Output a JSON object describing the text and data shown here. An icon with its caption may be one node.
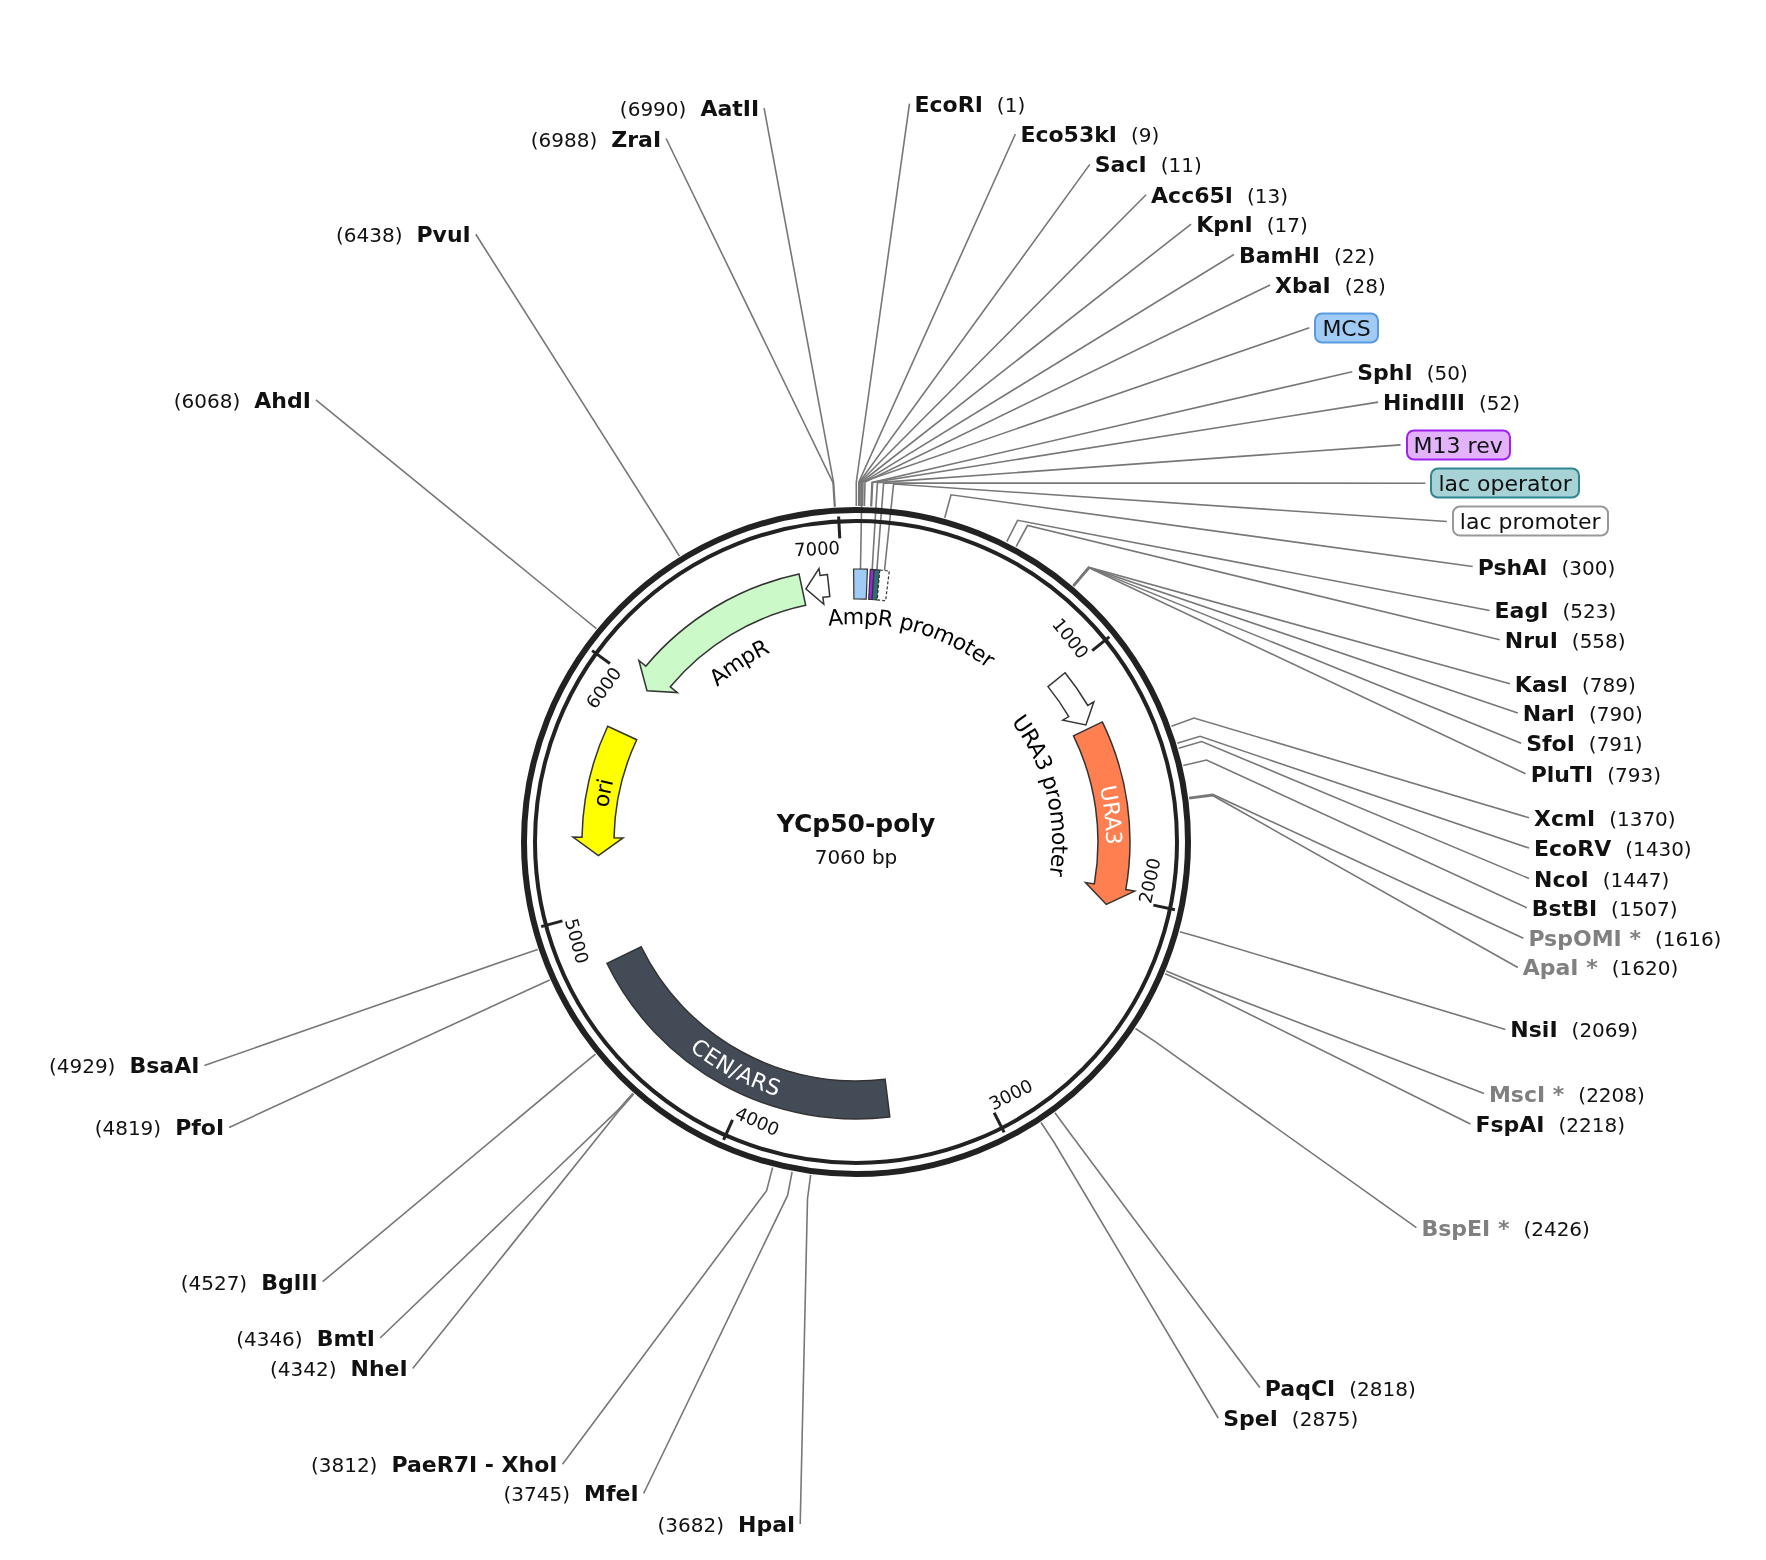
{
  "diagram": {
    "title": "YCp50-poly",
    "nodes": [
      {
        "text": [
          "(6990)",
          "AatII"
        ]
      },
      {
        "text": [
          "(6988)",
          "ZraI"
        ]
      },
      {
        "text": [
          "EcoRI",
          "(1)"
        ]
      },
      {
        "text": [
          "Eco53kI",
          "(9)"
        ]
      },
      {
        "text": [
          "SacI",
          "(11)"
        ]
      },
      {
        "text": [
          "Acc65I",
          "(13)"
        ]
      },
      {
        "text": [
          "KpnI",
          "(17)"
        ]
      },
      {
        "text": [
          "BamHI",
          "(22)"
        ]
      },
      {
        "text": [
          "XbaI",
          "(28)"
        ]
      },
      {
        "text": [
          "(6438)",
          "PvuI"
        ]
      },
      {
        "text": [
          "MCS"
        ]
      },
      {
        "text": [
          "SphI",
          "(50)"
        ]
      },
      {
        "text": [
          "HindIII",
          "(52)"
        ]
      },
      {
        "text": [
          "(6068)",
          "AhdI"
        ]
      },
      {
        "text": [
          "M13 rev"
        ]
      },
      {
        "text": [
          "lac operator"
        ]
      },
      {
        "text": [
          "lac promoter"
        ]
      },
      {
        "text": [
          "PshAI",
          "(300)"
        ]
      },
      {
        "text": [
          "EagI",
          "(523)"
        ]
      },
      {
        "text": [
          "NruI",
          "(558)"
        ]
      },
      {
        "text": [
          "AmpR promoter"
        ]
      },
      {
        "text": [
          "AmpR"
        ]
      },
      {
        "text": [
          "KasI",
          "(789)"
        ]
      },
      {
        "text": [
          "NarI",
          "(790)"
        ]
      },
      {
        "text": [
          "SfoI",
          "(791)"
        ]
      },
      {
        "text": [
          "PluTI",
          "(793)"
        ]
      },
      {
        "text": [
          "URA3 promoter"
        ]
      },
      {
        "text": [
          "ori"
        ]
      },
      {
        "text": [
          "URA3"
        ]
      },
      {
        "text": [
          "XcmI",
          "(1370)"
        ]
      },
      {
        "text": [
          "EcoRV",
          "(1430)"
        ]
      },
      {
        "text": [
          "NcoI",
          "(1447)"
        ]
      },
      {
        "text": [
          "BstBI",
          "(1507)"
        ]
      },
      {
        "text": [
          "PspOMI *",
          "(1616)"
        ]
      },
      {
        "text": [
          "ApaI *",
          "(1620)"
        ]
      },
      {
        "text": [
          "NsiI",
          "(2069)"
        ]
      },
      {
        "text": [
          "(4929)",
          "BsaAI"
        ]
      },
      {
        "text": [
          "MscI *",
          "(2208)"
        ]
      },
      {
        "text": [
          "CEN/ARS"
        ]
      },
      {
        "text": [
          "FspAI",
          "(2218)"
        ]
      },
      {
        "text": [
          "(4819)",
          "PfoI"
        ]
      },
      {
        "text": [
          "BspEI *",
          "(2426)"
        ]
      },
      {
        "text": [
          "(4527)",
          "BglII"
        ]
      },
      {
        "text": [
          "(4346)",
          "BmtI"
        ]
      },
      {
        "text": [
          "(4342)",
          "NheI"
        ]
      },
      {
        "text": [
          "PaqCI",
          "(2818)"
        ]
      },
      {
        "text": [
          "SpeI",
          "(2875)"
        ]
      },
      {
        "text": [
          "(3812)",
          "PaeR7I - XhoI"
        ]
      },
      {
        "text": [
          "(3745)",
          "MfeI"
        ]
      },
      {
        "text": [
          "(3682)",
          "HpaI"
        ]
      },
      {
        "text": [],
        "shape": "bar"
      },
      {
        "text": [],
        "shape": "bar"
      },
      {
        "text": [],
        "shape": "bar"
      },
      {
        "text": [],
        "shape": "bar"
      }
    ],
    "edges": [
      {
        "from": 0,
        "to": null,
        "arrow": "none"
      },
      {
        "from": 1,
        "to": null,
        "arrow": "none"
      },
      {
        "from": 2,
        "to": null,
        "arrow": "none"
      },
      {
        "from": 3,
        "to": null,
        "arrow": "none"
      },
      {
        "from": 4,
        "to": null,
        "arrow": "none"
      },
      {
        "from": 5,
        "to": null,
        "arrow": "none"
      },
      {
        "from": 6,
        "to": null,
        "arrow": "none"
      },
      {
        "from": 7,
        "to": null,
        "arrow": "none"
      },
      {
        "from": 8,
        "to": null,
        "arrow": "none"
      },
      {
        "from": 9,
        "to": null,
        "arrow": "none"
      },
      {
        "from": 10,
        "to": 50,
        "arrow": "none"
      },
      {
        "from": 11,
        "to": null,
        "arrow": "none"
      },
      {
        "from": 12,
        "to": null,
        "arrow": "none"
      },
      {
        "from": 13,
        "to": null,
        "arrow": "none"
      },
      {
        "from": 14,
        "to": 51,
        "arrow": "none"
      },
      {
        "from": 15,
        "to": 52,
        "arrow": "none"
      },
      {
        "from": 16,
        "to": 53,
        "arrow": "none"
      },
      {
        "from": 17,
        "to": null,
        "arrow": "none"
      },
      {
        "from": 18,
        "to": null,
        "arrow": "none"
      },
      {
        "from": 19,
        "to": null,
        "arrow": "none"
      },
      {
        "from": 22,
        "to": null,
        "arrow": "none"
      },
      {
        "from": 23,
        "to": null,
        "arrow": "none"
      },
      {
        "from": 24,
        "to": null,
        "arrow": "none"
      },
      {
        "from": 25,
        "to": null,
        "arrow": "none"
      },
      {
        "from": 29,
        "to": null,
        "arrow": "none"
      },
      {
        "from": 30,
        "to": null,
        "arrow": "none"
      },
      {
        "from": 31,
        "to": null,
        "arrow": "none"
      },
      {
        "from": 32,
        "to": null,
        "arrow": "none"
      },
      {
        "from": 33,
        "to": null,
        "arrow": "none"
      },
      {
        "from": 34,
        "to": null,
        "arrow": "none"
      },
      {
        "from": 35,
        "to": null,
        "arrow": "none"
      },
      {
        "from": 36,
        "to": null,
        "arrow": "none"
      },
      {
        "from": 37,
        "to": null,
        "arrow": "none"
      },
      {
        "from": 39,
        "to": null,
        "arrow": "none"
      },
      {
        "from": 40,
        "to": null,
        "arrow": "none"
      },
      {
        "from": 41,
        "to": null,
        "arrow": "none"
      },
      {
        "from": 42,
        "to": null,
        "arrow": "none"
      },
      {
        "from": 43,
        "to": null,
        "arrow": "none"
      },
      {
        "from": 44,
        "to": null,
        "arrow": "none"
      },
      {
        "from": 45,
        "to": null,
        "arrow": "none"
      },
      {
        "from": 46,
        "to": null,
        "arrow": "none"
      },
      {
        "from": 47,
        "to": null,
        "arrow": "none"
      },
      {
        "from": 48,
        "to": null,
        "arrow": "none"
      },
      {
        "from": 49,
        "to": null,
        "arrow": "none"
      }
    ],
    "labels": [
      "7000",
      "1000",
      "6000",
      "7060 bp",
      "2000",
      "5000",
      "3000",
      "4000"
    ]
  }
}
